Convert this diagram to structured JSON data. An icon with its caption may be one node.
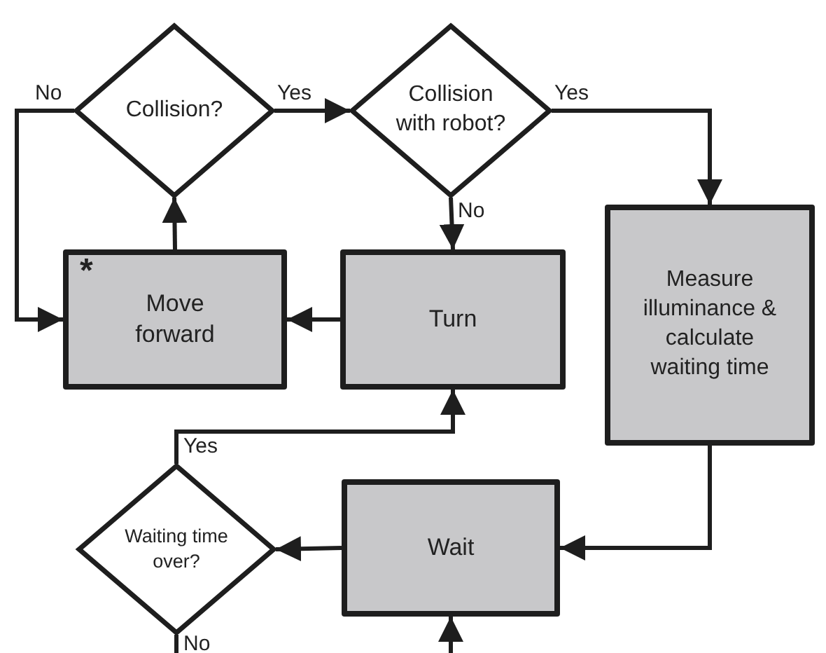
{
  "diagram": {
    "nodes": [
      {
        "text": [
          "Collision?"
        ]
      },
      {
        "text": [
          "Collision with robot?"
        ]
      },
      {
        "text": [
          "*",
          "Move forward"
        ]
      },
      {
        "text": [
          "Turn"
        ]
      },
      {
        "text": [
          "Measure illuminance & calculate waiting time"
        ]
      },
      {
        "text": [
          "Wait"
        ]
      },
      {
        "text": [
          "Waiting time over?"
        ]
      }
    ],
    "edges": [
      {
        "from": 2,
        "to": 0,
        "arrow": "to"
      },
      {
        "from": 0,
        "to": 1,
        "arrow": "to",
        "label": "Yes"
      },
      {
        "from": 0,
        "to": 2,
        "arrow": "to",
        "label": "No"
      },
      {
        "from": 1,
        "to": 4,
        "arrow": "to",
        "label": "Yes"
      },
      {
        "from": 1,
        "to": 3,
        "arrow": "to",
        "label": "No"
      },
      {
        "from": 3,
        "to": 2,
        "arrow": "to"
      },
      {
        "from": 4,
        "to": 5,
        "arrow": "to"
      },
      {
        "from": 5,
        "to": 6,
        "arrow": "to"
      },
      {
        "from": 6,
        "to": 3,
        "arrow": "to",
        "label": "Yes"
      },
      {
        "from": 6,
        "to": null,
        "arrow": "none",
        "label": "No"
      },
      {
        "from": null,
        "to": 5,
        "arrow": "to"
      }
    ]
  }
}
